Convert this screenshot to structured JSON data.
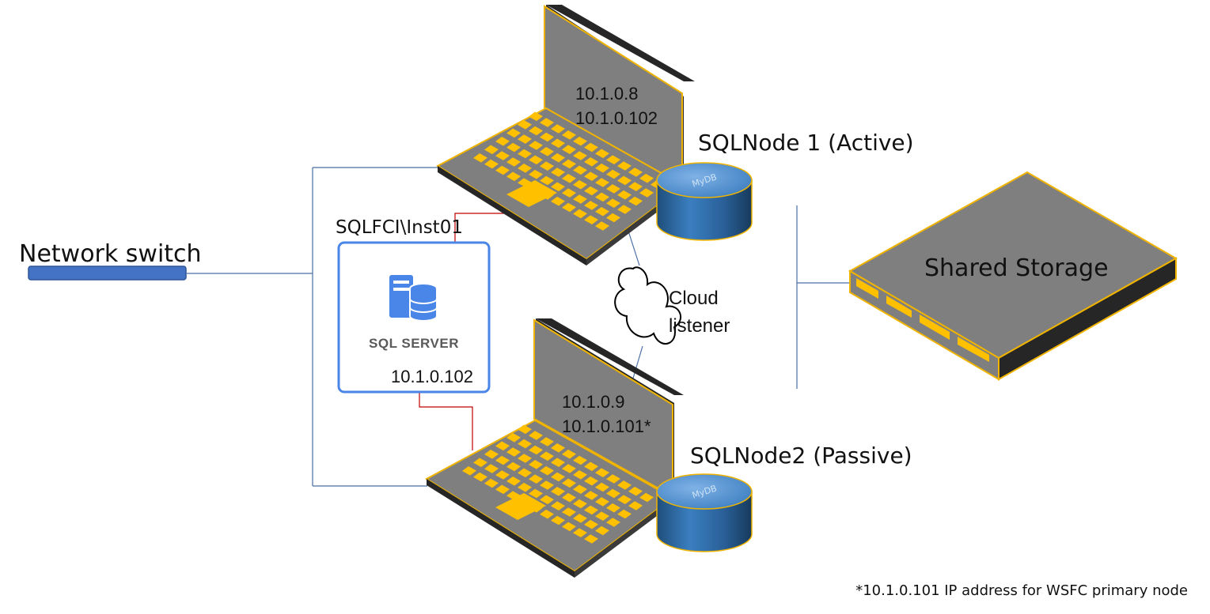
{
  "network_switch": {
    "label": "Network switch"
  },
  "instance": {
    "label": "SQLFCI\\Inst01"
  },
  "sql_server_card": {
    "label": "SQL SERVER",
    "ip": "10.1.0.102"
  },
  "node1": {
    "ip_primary": "10.1.0.8",
    "ip_secondary": "10.1.0.102",
    "title": "SQLNode 1 (Active)",
    "db_label": "MyDB"
  },
  "node2": {
    "ip_primary": "10.1.0.9",
    "ip_secondary": "10.1.0.101*",
    "title": "SQLNode2 (Passive)",
    "db_label": "MyDB"
  },
  "cloud": {
    "line1": "Cloud",
    "line2": "listener"
  },
  "storage": {
    "label": "Shared Storage"
  },
  "footnote": "*10.1.0.101 IP address for WSFC primary node",
  "colors": {
    "laptop_gray": "#7f7f7f",
    "laptop_dark": "#262626",
    "laptop_outline": "#f0b400",
    "key_yellow": "#ffc000",
    "db_blue": "#2e6ca4",
    "switch_blue": "#4472c4",
    "line_blue": "#4a6fa5",
    "line_red": "#c00000",
    "card_border": "#4a86e8"
  }
}
